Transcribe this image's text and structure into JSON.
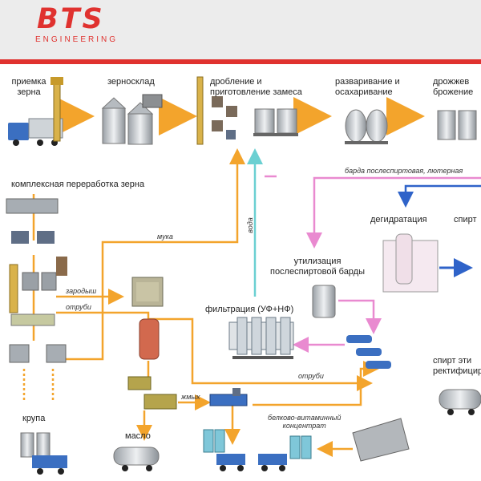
{
  "logo": {
    "brand": "BTS",
    "subtitle": "ENGINEERING"
  },
  "colors": {
    "accent": "#e0322f",
    "orange": "#f3a42c",
    "pink": "#e98ad0",
    "teal": "#6bd0d2",
    "blue": "#2f63c9"
  },
  "stages": {
    "grain_receipt": [
      "приемка",
      "зерна"
    ],
    "grain_storage": "зерносклад",
    "crushing": [
      "дробление и",
      "приготовление замеса"
    ],
    "boiling": [
      "разваривание и",
      "осахаривание"
    ],
    "yeast": [
      "дрожжев",
      "брожение"
    ],
    "complex_processing": "комплексная переработка зерна",
    "dehydration": "дегидратация",
    "spirit_right": "спирт",
    "stillage_utilization": [
      "утилизация",
      "послеспиртовой барды"
    ],
    "filtration": "фильтрация (УФ+НФ)",
    "rectified_spirit": [
      "спирт эти",
      "ректифицирова"
    ],
    "groats": "крупа",
    "oil": "масло"
  },
  "flows": {
    "stillage": "барда послеспиртовая, лютерная",
    "flour": "мука",
    "water": "вода",
    "germ": "зародыш",
    "bran_left": "отруби",
    "bran_right": "отруби",
    "cake": "жмых",
    "concentrate": [
      "белково-витаминный",
      "концентрат"
    ]
  }
}
